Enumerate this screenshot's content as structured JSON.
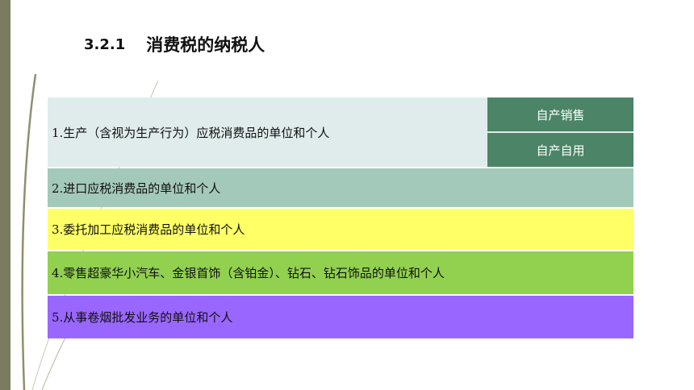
{
  "heading": {
    "number": "3.2.1",
    "text": "消费税的纳税人"
  },
  "table": {
    "row1": {
      "label": "1.生产（含视为生产行为）应税消费品的单位和个人",
      "sub_items": [
        "自产销售",
        "自产自用"
      ]
    },
    "row2": "2.进口应税消费品的单位和个人",
    "row3": "3.委托加工应税消费品的单位和个人",
    "row4": "4.零售超豪华小汽车、金银首饰（含铂金）、钻石、钻石饰品的单位和个人",
    "row5": "5.从事卷烟批发业务的单位和个人"
  },
  "colors": {
    "left_bar": "#7b7b5f",
    "row1": "#dfeceb",
    "sub_cell": "#4b8467",
    "row2": "#a3c9bb",
    "row3": "#ffff66",
    "row4": "#92d050",
    "row5": "#9966ff"
  }
}
